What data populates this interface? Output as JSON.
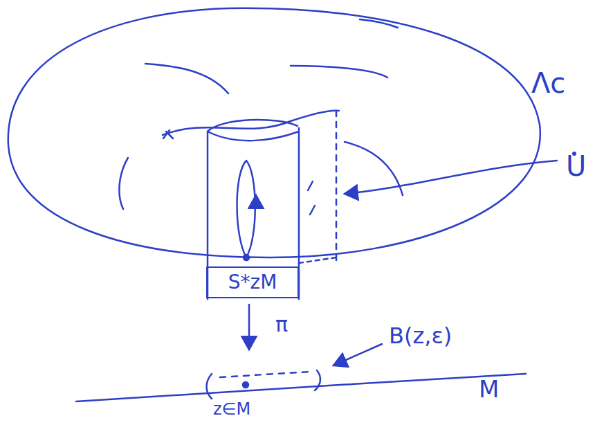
{
  "diagram": {
    "nodes": [
      {
        "text": [
          "S*zM"
        ]
      }
    ],
    "labels": [
      "Λc",
      "U",
      "π",
      "B(z,ε)",
      "z∈M",
      "M"
    ]
  }
}
